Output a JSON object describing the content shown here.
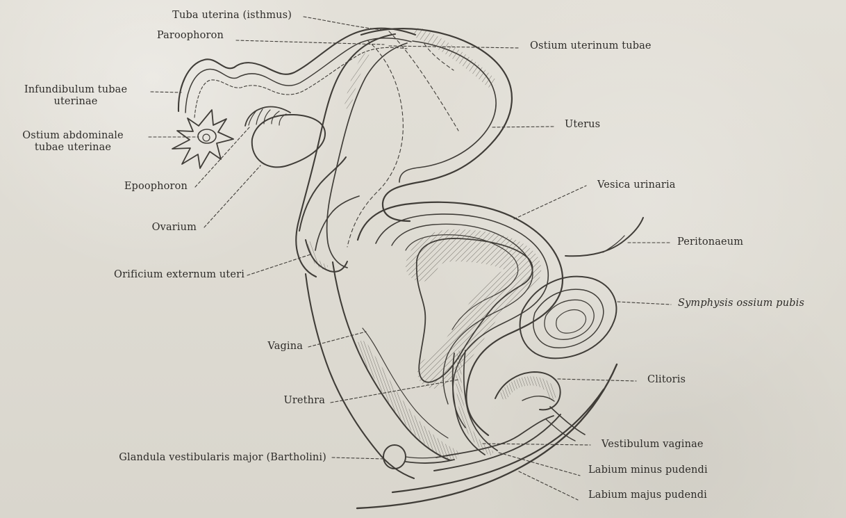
{
  "labels": {
    "tuba_uterina": "Tuba uterina (isthmus)",
    "paroophoron": "Paroophoron",
    "ostium_uterinum": "Ostium uterinum tubae",
    "infundibulum_line1": "Infundibulum tubae",
    "infundibulum_line2": "uterinae",
    "ostium_abdominale_line1": "Ostium abdominale",
    "ostium_abdominale_line2": "tubae uterinae",
    "epoophoron": "Epoophoron",
    "ovarium": "Ovarium",
    "orificium": "Orificium externum uteri",
    "vagina": "Vagina",
    "urethra": "Urethra",
    "glandula": "Glandula vestibularis major (Bartholini)",
    "uterus": "Uterus",
    "vesica": "Vesica urinaria",
    "peritonaeum": "Peritonaeum",
    "symphysis": "Symphysis ossium pubis",
    "clitoris": "Clitoris",
    "vestibulum": "Vestibulum vaginae",
    "labium_minus": "Labium minus pudendi",
    "labium_majus": "Labium majus pudendi"
  }
}
